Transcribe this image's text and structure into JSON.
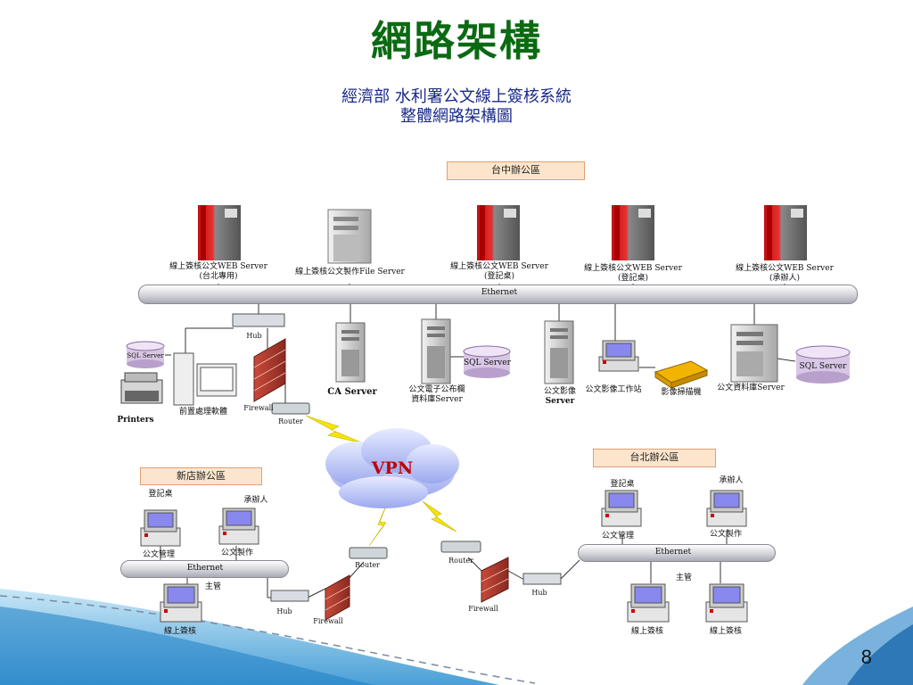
{
  "title": "網路架構",
  "subtitle_line1": "經濟部 水利署公文線上簽核系統",
  "subtitle_line2": "整體網路架構圖",
  "page_number": "8",
  "offices": {
    "taichung": "台中辦公區",
    "xindian": "新店辦公區",
    "taipei": "台北辦公區"
  },
  "servers_top": [
    {
      "line1": "線上簽核公文WEB Server",
      "line2": "(台北專用)"
    },
    {
      "line1": "線上簽核公文製作File Server",
      "line2": ""
    },
    {
      "line1": "線上簽核公文WEB Server",
      "line2": "(登記桌)"
    },
    {
      "line1": "線上簽核公文WEB Server",
      "line2": "(登記桌)"
    },
    {
      "line1": "線上簽核公文WEB Server",
      "line2": "(承辦人)"
    }
  ],
  "labels": {
    "ethernet": "Ethernet",
    "hub": "Hub",
    "router": "Router",
    "firewall": "Firewall",
    "sql_server": "SQL Server",
    "printers": "Printers",
    "preprocess": "前置處理軟體",
    "ca_server": "CA Server",
    "bulletin_line1": "公文電子公布欄",
    "bulletin_line2": "資料庫Server",
    "image_server_line1": "公文影像",
    "image_server_line2": "Server",
    "image_workstation": "公文影像工作站",
    "scanner": "影像掃描機",
    "doc_db_server": "公文資料庫Server",
    "vpn": "VPN",
    "registrar": "登記桌",
    "officer": "承辦人",
    "doc_mgmt": "公文管理",
    "doc_make": "公文製作",
    "supervisor": "主管",
    "online_sign": "線上簽核"
  }
}
